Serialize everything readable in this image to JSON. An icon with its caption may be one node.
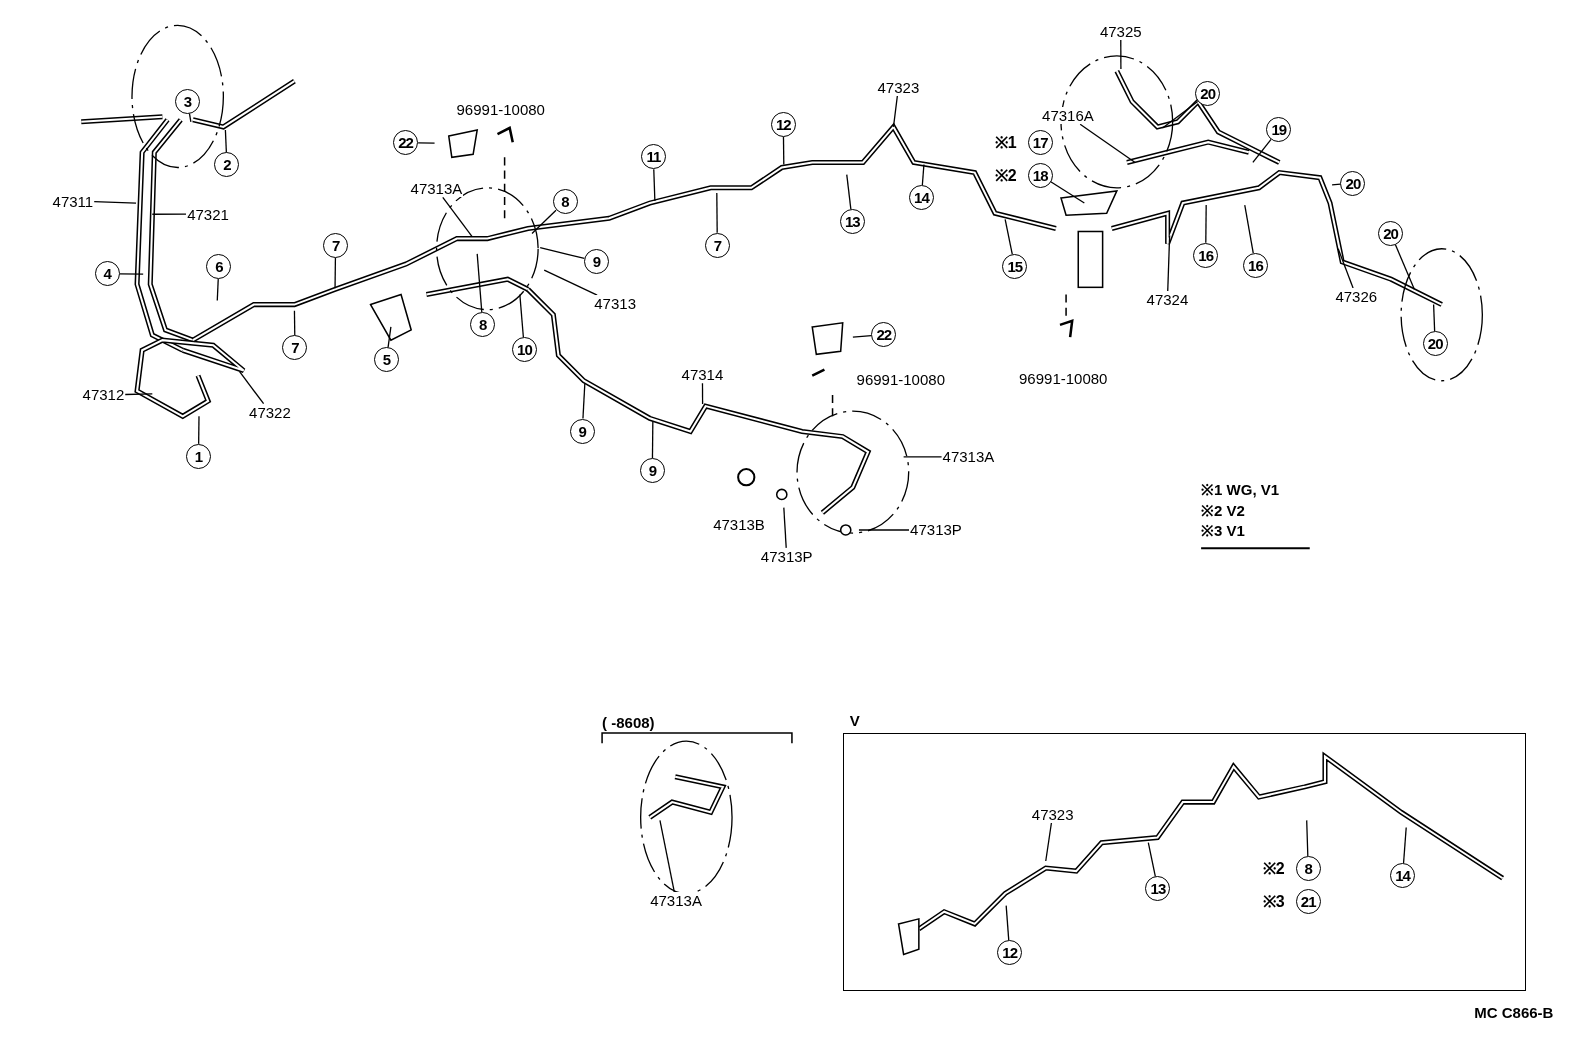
{
  "diagram": {
    "nodes": [
      {
        "text": [
          "3"
        ]
      },
      {
        "text": [
          "2"
        ]
      },
      {
        "text": [
          "47311"
        ]
      },
      {
        "text": [
          "47321"
        ]
      },
      {
        "text": [
          "4"
        ]
      },
      {
        "text": [
          "6"
        ]
      },
      {
        "text": [
          "7"
        ]
      },
      {
        "text": [
          "7"
        ]
      },
      {
        "text": [
          "47312"
        ]
      },
      {
        "text": [
          "47322"
        ]
      },
      {
        "text": [
          "1"
        ]
      },
      {
        "text": [
          "22"
        ]
      },
      {
        "text": [
          "96991-10080"
        ]
      },
      {
        "text": [
          "47313A"
        ]
      },
      {
        "text": [
          "8"
        ]
      },
      {
        "text": [
          "9"
        ]
      },
      {
        "text": [
          "47313"
        ]
      },
      {
        "text": [
          "8"
        ]
      },
      {
        "text": [
          "10"
        ]
      },
      {
        "text": [
          "5"
        ]
      },
      {
        "text": [
          "11"
        ]
      },
      {
        "text": [
          "7"
        ]
      },
      {
        "text": [
          "12"
        ]
      },
      {
        "text": [
          "13"
        ]
      },
      {
        "text": [
          "47323"
        ]
      },
      {
        "text": [
          "14"
        ]
      },
      {
        "text": [
          "15"
        ]
      },
      {
        "text": [
          "9"
        ]
      },
      {
        "text": [
          "9"
        ]
      },
      {
        "text": [
          "47314"
        ]
      },
      {
        "text": [
          "22"
        ]
      },
      {
        "text": [
          "96991-10080"
        ]
      },
      {
        "text": [
          "47313A"
        ]
      },
      {
        "text": [
          "47313B"
        ]
      },
      {
        "text": [
          "47313P"
        ]
      },
      {
        "text": [
          "47313P"
        ]
      },
      {
        "text": [
          "47325"
        ]
      },
      {
        "text": [
          "20"
        ]
      },
      {
        "text": [
          "47316A"
        ]
      },
      {
        "text": [
          "17"
        ],
        "beside": [
          "※1"
        ]
      },
      {
        "text": [
          "18"
        ],
        "beside": [
          "※2"
        ]
      },
      {
        "text": [
          "19"
        ]
      },
      {
        "text": [
          "20"
        ]
      },
      {
        "text": [
          "20"
        ]
      },
      {
        "text": [
          "16"
        ]
      },
      {
        "text": [
          "16"
        ]
      },
      {
        "text": [
          "47324"
        ]
      },
      {
        "text": [
          "47326"
        ]
      },
      {
        "text": [
          "20"
        ]
      },
      {
        "text": [
          "96991-10080"
        ]
      },
      {
        "text": [
          "47313A"
        ]
      },
      {
        "text": [
          "V"
        ]
      },
      {
        "text": [
          "47323"
        ],
        "in": 51
      },
      {
        "text": [
          "12"
        ],
        "in": 51
      },
      {
        "text": [
          "13"
        ],
        "in": 51
      },
      {
        "text": [
          "8"
        ],
        "in": 51,
        "beside": [
          "※2"
        ]
      },
      {
        "text": [
          "21"
        ],
        "in": 51,
        "beside": [
          "※3"
        ]
      },
      {
        "text": [
          "14"
        ],
        "in": 51
      }
    ],
    "edges": [
      {
        "from": 0,
        "to": null,
        "arrow": "none"
      },
      {
        "from": 1,
        "to": null,
        "arrow": "none"
      },
      {
        "from": 2,
        "to": null,
        "arrow": "none"
      },
      {
        "from": 3,
        "to": null,
        "arrow": "none"
      },
      {
        "from": 4,
        "to": null,
        "arrow": "none"
      },
      {
        "from": 5,
        "to": null,
        "arrow": "none"
      },
      {
        "from": 6,
        "to": null,
        "arrow": "none"
      },
      {
        "from": 7,
        "to": null,
        "arrow": "none"
      },
      {
        "from": 8,
        "to": null,
        "arrow": "none"
      },
      {
        "from": 9,
        "to": null,
        "arrow": "none"
      },
      {
        "from": 10,
        "to": null,
        "arrow": "none"
      },
      {
        "from": 11,
        "to": null,
        "arrow": "none"
      },
      {
        "from": 13,
        "to": null,
        "arrow": "none"
      },
      {
        "from": 14,
        "to": null,
        "arrow": "none"
      },
      {
        "from": 15,
        "to": null,
        "arrow": "none"
      },
      {
        "from": 16,
        "to": null,
        "arrow": "none"
      },
      {
        "from": 17,
        "to": null,
        "arrow": "none"
      },
      {
        "from": 18,
        "to": null,
        "arrow": "none"
      },
      {
        "from": 19,
        "to": null,
        "arrow": "none"
      },
      {
        "from": 20,
        "to": null,
        "arrow": "none"
      },
      {
        "from": 21,
        "to": null,
        "arrow": "none"
      },
      {
        "from": 22,
        "to": null,
        "arrow": "none"
      },
      {
        "from": 23,
        "to": null,
        "arrow": "none"
      },
      {
        "from": 24,
        "to": null,
        "arrow": "none"
      },
      {
        "from": 25,
        "to": null,
        "arrow": "none"
      },
      {
        "from": 26,
        "to": null,
        "arrow": "none"
      },
      {
        "from": 27,
        "to": null,
        "arrow": "none"
      },
      {
        "from": 28,
        "to": null,
        "arrow": "none"
      },
      {
        "from": 29,
        "to": null,
        "arrow": "none"
      },
      {
        "from": 30,
        "to": null,
        "arrow": "none"
      },
      {
        "from": 32,
        "to": null,
        "arrow": "none"
      },
      {
        "from": 34,
        "to": null,
        "arrow": "none"
      },
      {
        "from": 35,
        "to": null,
        "arrow": "none"
      },
      {
        "from": 36,
        "to": null,
        "arrow": "none"
      },
      {
        "from": 37,
        "to": null,
        "arrow": "none"
      },
      {
        "from": 38,
        "to": null,
        "arrow": "none"
      },
      {
        "from": 40,
        "to": null,
        "arrow": "none"
      },
      {
        "from": 41,
        "to": null,
        "arrow": "none"
      },
      {
        "from": 42,
        "to": null,
        "arrow": "none"
      },
      {
        "from": 43,
        "to": null,
        "arrow": "none"
      },
      {
        "from": 44,
        "to": null,
        "arrow": "none"
      },
      {
        "from": 45,
        "to": null,
        "arrow": "none"
      },
      {
        "from": 46,
        "to": null,
        "arrow": "none"
      },
      {
        "from": 47,
        "to": null,
        "arrow": "none"
      },
      {
        "from": 48,
        "to": null,
        "arrow": "none"
      },
      {
        "from": 50,
        "to": null,
        "arrow": "none"
      },
      {
        "from": 52,
        "to": null,
        "arrow": "none"
      },
      {
        "from": 53,
        "to": null,
        "arrow": "none"
      },
      {
        "from": 54,
        "to": null,
        "arrow": "none"
      },
      {
        "from": 55,
        "to": null,
        "arrow": "none"
      },
      {
        "from": 57,
        "to": null,
        "arrow": "none"
      }
    ],
    "labels": [
      "※1 WG, V1",
      "※2 V2",
      "※3 V1",
      "( -8608)",
      "MC C866-B"
    ]
  }
}
